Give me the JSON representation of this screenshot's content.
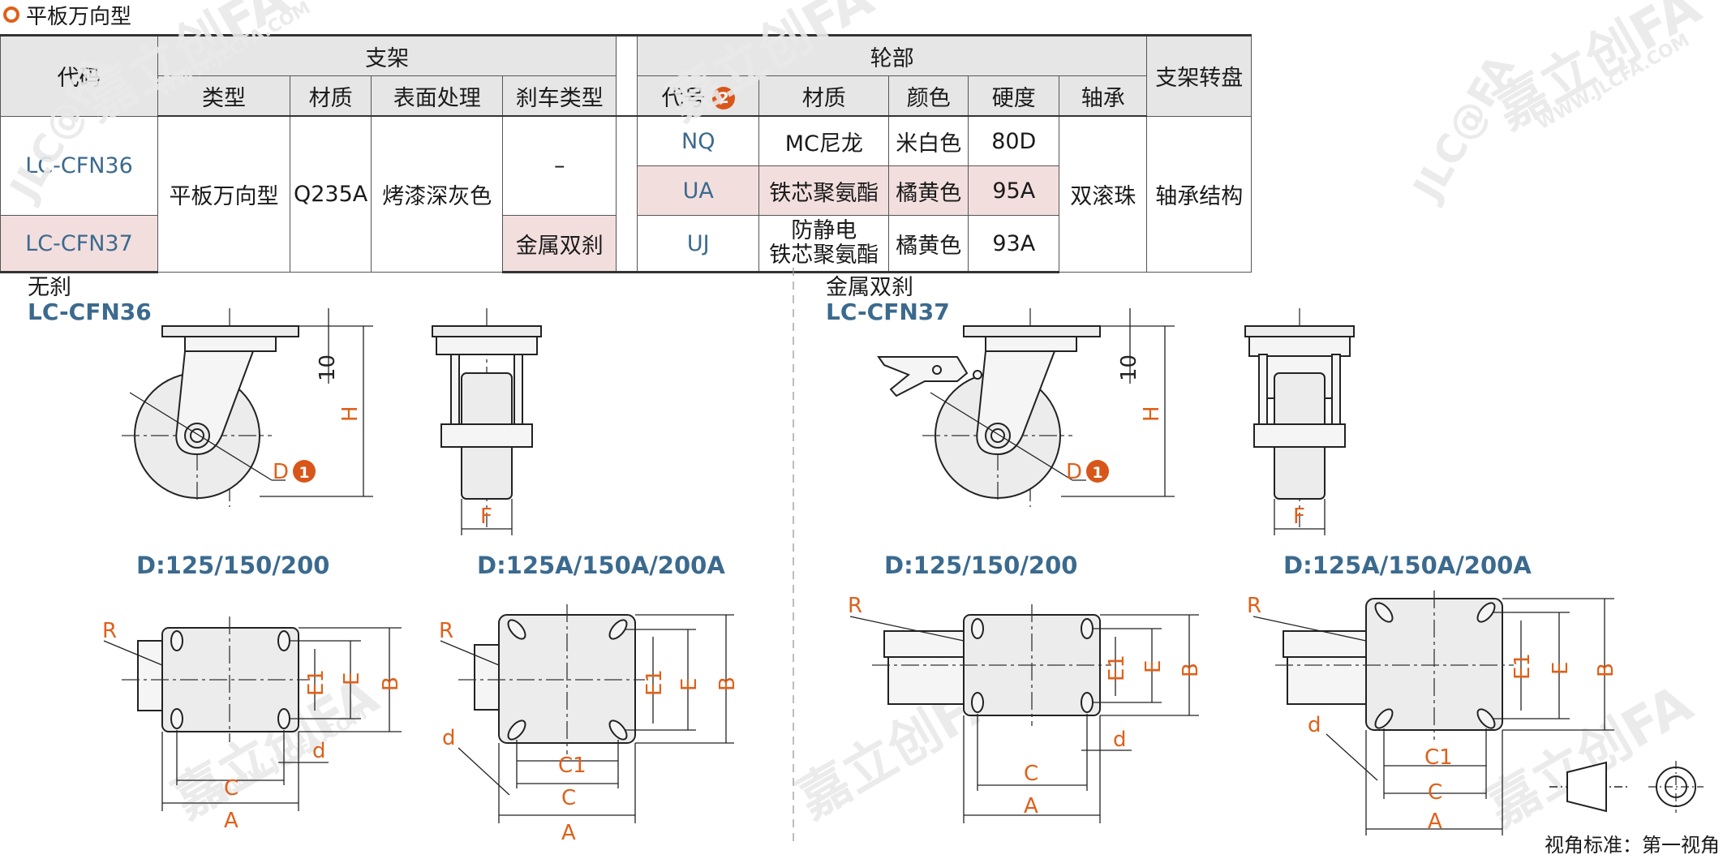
{
  "section_title": "平板万向型",
  "table": {
    "h_code": "代码",
    "h_bracket": "支架",
    "h_wheel": "轮部",
    "h_swivel": "支架转盘",
    "h_type": "类型",
    "h_material": "材质",
    "h_surface": "表面处理",
    "h_brake": "刹车类型",
    "h_wheel_code": "代号",
    "h_wheel_code_note": "2",
    "h_wheel_material": "材质",
    "h_color": "颜色",
    "h_hardness": "硬度",
    "h_bearing": "轴承",
    "codes": [
      "LC-CFN36",
      "LC-CFN37"
    ],
    "type": "平板万向型",
    "material": "Q235A",
    "surface": "烤漆深灰色",
    "brakes": [
      "–",
      "金属双刹"
    ],
    "wheels": [
      {
        "code": "NQ",
        "material": "MC尼龙",
        "color": "米白色",
        "hardness": "80D"
      },
      {
        "code": "UA",
        "material": "铁芯聚氨酯",
        "color": "橘黄色",
        "hardness": "95A"
      },
      {
        "code": "UJ",
        "material_l1": "防静电",
        "material_l2": "铁芯聚氨酯",
        "color": "橘黄色",
        "hardness": "93A"
      }
    ],
    "bearing": "双滚珠",
    "swivel": "轴承结构"
  },
  "drawings": {
    "left_caption": "无刹",
    "left_code": "LC-CFN36",
    "right_caption": "金属双刹",
    "right_code": "LC-CFN37",
    "dim_letters": {
      "D": "D",
      "H": "H",
      "F": "F",
      "ten": "10",
      "R": "R",
      "E1": "E1",
      "E": "E",
      "B": "B",
      "d": "d",
      "C": "C",
      "C1": "C1",
      "A": "A"
    },
    "note_1": "1",
    "size_labels": [
      "D:125/150/200",
      "D:125A/150A/200A",
      "D:125/150/200",
      "D:125A/150A/200A"
    ]
  },
  "watermark": {
    "brand": "嘉立创FA",
    "logo": "JLC@FA",
    "url": "WWW.JLCFA.COM"
  },
  "view_standard": "视角标准：第一视角",
  "colors": {
    "accent": "#e0601a",
    "code_blue": "#3b6a8e",
    "highlight": "#f3dede",
    "header_bg": "#e6e6e6"
  }
}
